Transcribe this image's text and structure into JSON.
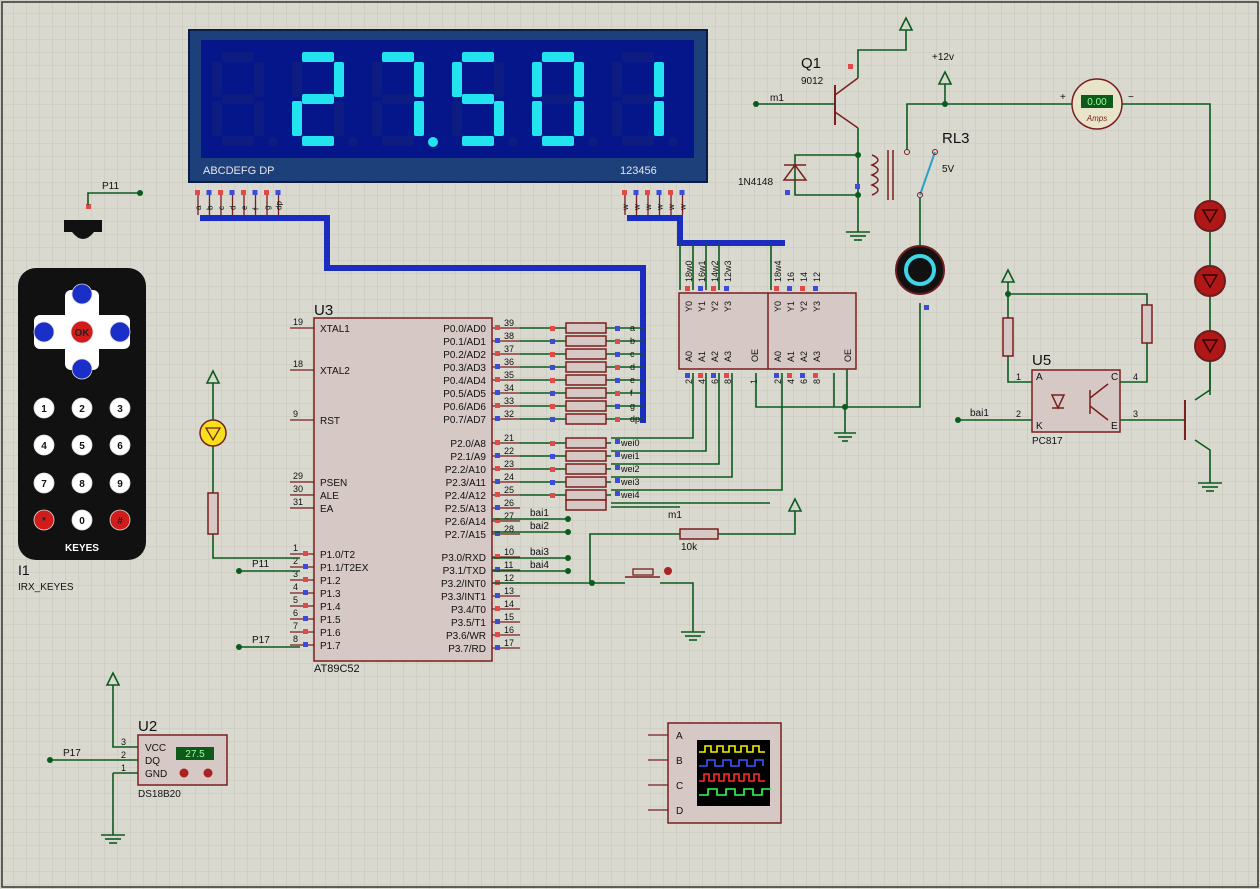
{
  "display": {
    "digits": [
      "",
      "2",
      "7.",
      "5",
      "0",
      "1"
    ],
    "seg_label": "ABCDEFG DP",
    "digit_label": "123456",
    "seg_pins": [
      "a",
      "b",
      "c",
      "d",
      "e",
      "f",
      "g",
      "dp"
    ],
    "w_pins": [
      "w",
      "w",
      "w",
      "w",
      "w",
      "w"
    ]
  },
  "mcu": {
    "ref": "U3",
    "part": "AT89C52",
    "left_pins": [
      {
        "num": "19",
        "name": "XTAL1"
      },
      {
        "num": "18",
        "name": "XTAL2"
      },
      {
        "num": "9",
        "name": "RST"
      },
      {
        "num": "29",
        "name": "PSEN"
      },
      {
        "num": "30",
        "name": "ALE"
      },
      {
        "num": "31",
        "name": "EA"
      },
      {
        "num": "1",
        "name": "P1.0/T2"
      },
      {
        "num": "2",
        "name": "P1.1/T2EX"
      },
      {
        "num": "3",
        "name": "P1.2"
      },
      {
        "num": "4",
        "name": "P1.3"
      },
      {
        "num": "5",
        "name": "P1.4"
      },
      {
        "num": "6",
        "name": "P1.5"
      },
      {
        "num": "7",
        "name": "P1.6"
      },
      {
        "num": "8",
        "name": "P1.7"
      }
    ],
    "right_pins": [
      {
        "num": "39",
        "name": "P0.0/AD0"
      },
      {
        "num": "38",
        "name": "P0.1/AD1"
      },
      {
        "num": "37",
        "name": "P0.2/AD2"
      },
      {
        "num": "36",
        "name": "P0.3/AD3"
      },
      {
        "num": "35",
        "name": "P0.4/AD4"
      },
      {
        "num": "34",
        "name": "P0.5/AD5"
      },
      {
        "num": "33",
        "name": "P0.6/AD6"
      },
      {
        "num": "32",
        "name": "P0.7/AD7"
      },
      {
        "num": "21",
        "name": "P2.0/A8"
      },
      {
        "num": "22",
        "name": "P2.1/A9"
      },
      {
        "num": "23",
        "name": "P2.2/A10"
      },
      {
        "num": "24",
        "name": "P2.3/A11"
      },
      {
        "num": "25",
        "name": "P2.4/A12"
      },
      {
        "num": "26",
        "name": "P2.5/A13"
      },
      {
        "num": "27",
        "name": "P2.6/A14"
      },
      {
        "num": "28",
        "name": "P2.7/A15"
      },
      {
        "num": "10",
        "name": "P3.0/RXD"
      },
      {
        "num": "11",
        "name": "P3.1/TXD"
      },
      {
        "num": "12",
        "name": "P3.2/INT0"
      },
      {
        "num": "13",
        "name": "P3.3/INT1"
      },
      {
        "num": "14",
        "name": "P3.4/T0"
      },
      {
        "num": "15",
        "name": "P3.5/T1"
      },
      {
        "num": "16",
        "name": "P3.6/WR"
      },
      {
        "num": "17",
        "name": "P3.7/RD"
      }
    ]
  },
  "net_labels": {
    "p0": [
      "a",
      "b",
      "c",
      "d",
      "e",
      "f",
      "g",
      "dp"
    ],
    "p2": [
      "wei0",
      "wei1",
      "wei2",
      "wei3",
      "wei4"
    ],
    "bai": [
      "bai1",
      "bai2",
      "bai3",
      "bai4"
    ],
    "p11": "P11",
    "p17": "P17",
    "m1": "m1",
    "bai1_opto": "bai1"
  },
  "decoder": {
    "y_labels": [
      "Y0",
      "Y1",
      "Y2",
      "Y3"
    ],
    "a_labels": [
      "A0",
      "A1",
      "A2",
      "A3"
    ],
    "oe": "OE",
    "pin_nums_a": [
      "2",
      "4",
      "6",
      "8"
    ],
    "pin_nums_b": [
      "1"
    ],
    "pin_nums_c": [
      "2",
      "4",
      "6",
      "8"
    ],
    "top_a": [
      "18w0",
      "16w1",
      "14w2",
      "12w3"
    ],
    "top_b": [
      "18w4",
      "16",
      "14",
      "12"
    ]
  },
  "q1": {
    "ref": "Q1",
    "part": "9012"
  },
  "diode": {
    "part": "1N4148"
  },
  "relay": {
    "ref": "RL3",
    "value": "5V"
  },
  "supply": {
    "label": "+12v"
  },
  "ammeter": {
    "value": "0.00",
    "unit": "Amps",
    "plus": "+",
    "minus": "−"
  },
  "opto": {
    "ref": "U5",
    "part": "PC817",
    "pins": [
      "1",
      "2",
      "3",
      "4"
    ],
    "a": "A",
    "k": "K",
    "c": "C",
    "e": "E"
  },
  "resistor": {
    "value": "10k"
  },
  "remote": {
    "ref": "I1",
    "part": "IRX_KEYES",
    "brand": "KEYES",
    "ok": "OK",
    "keys": [
      "1",
      "2",
      "3",
      "4",
      "5",
      "6",
      "7",
      "8",
      "9",
      "*",
      "0",
      "#"
    ]
  },
  "sensor": {
    "ref": "U2",
    "part": "DS18B20",
    "reading": "27.5",
    "pins": [
      "VCC",
      "DQ",
      "GND"
    ],
    "nums": [
      "3",
      "2",
      "1"
    ]
  },
  "scope": {
    "channels": [
      "A",
      "B",
      "C",
      "D"
    ]
  }
}
